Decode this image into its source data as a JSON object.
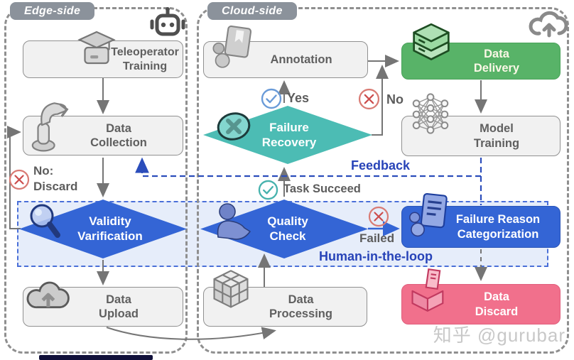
{
  "panels": {
    "edge": {
      "label": "Edge-side"
    },
    "cloud": {
      "label": "Cloud-side"
    }
  },
  "nodes": {
    "teleoperator_training": {
      "line1": "Teleoperator",
      "line2": "Training"
    },
    "data_collection": {
      "line1": "Data",
      "line2": "Collection"
    },
    "data_upload": {
      "line1": "Data",
      "line2": "Upload"
    },
    "annotation": {
      "line1": "Annotation"
    },
    "data_processing": {
      "line1": "Data",
      "line2": "Processing"
    },
    "data_delivery": {
      "line1": "Data",
      "line2": "Delivery"
    },
    "model_training": {
      "line1": "Model",
      "line2": "Training"
    },
    "failure_reason_categorization": {
      "line1": "Failure Reason",
      "line2": "Categorization"
    },
    "data_discard": {
      "line1": "Data",
      "line2": "Discard"
    }
  },
  "diamonds": {
    "validity_varification": {
      "line1": "Validity",
      "line2": "Varification"
    },
    "quality_check": {
      "line1": "Quality",
      "line2": "Check"
    },
    "failure_recovery": {
      "line1": "Failure",
      "line2": "Recovery"
    }
  },
  "labels": {
    "yes": "Yes",
    "no": "No",
    "task_succeed": "Task Succeed",
    "failed": "Failed",
    "no_discard_line1": "No:",
    "no_discard_line2": "Discard",
    "feedback": "Feedback",
    "human_in_the_loop": "Human-in-the-loop"
  },
  "watermark": "知乎 @gurubar",
  "icons": {
    "edge_corner": "robot-icon",
    "cloud_corner": "cloud-upload-icon",
    "teleoperator_training": "graduation-machine-icon",
    "data_collection": "robot-arm-icon",
    "data_upload": "cloud-upload-icon",
    "annotation": "annotator-card-icon",
    "data_processing": "cube-icon",
    "data_delivery": "server-stack-icon",
    "model_training": "neural-network-icon",
    "failure_reason_categorization": "document-person-icon",
    "data_discard": "discard-box-icon",
    "validity_varification": "magnifier-icon",
    "quality_check": "person-icon",
    "failure_recovery": "coin-x-icon",
    "yes": "check-circle-icon",
    "no": "x-circle-icon",
    "task_succeed": "check-circle-icon",
    "failed": "x-circle-icon",
    "no_discard": "x-circle-icon"
  },
  "colors": {
    "diamond_blue": "#3465d5",
    "teal": "#4cbcb4",
    "green": "#58b368",
    "pink": "#f1708c",
    "feedback_blue": "#2b4dbb",
    "band_fill": "#e3ebf8",
    "arrow_gray": "#757575",
    "box_gray": "#f1f1f1"
  }
}
